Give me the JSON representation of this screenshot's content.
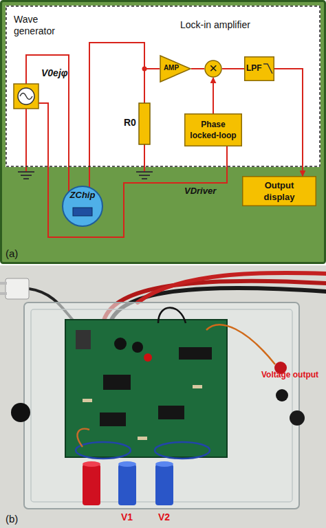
{
  "diagram": {
    "nodes": [
      {
        "text": [
          "Lock-in amplifier"
        ]
      },
      {
        "text": [
          "AMP"
        ],
        "in": 0
      },
      {
        "text": [
          "×"
        ],
        "in": 0
      },
      {
        "text": [
          "LPF"
        ],
        "in": 0
      },
      {
        "text": [
          "Phase locked-loop"
        ],
        "in": 0
      },
      {
        "text": [
          "ZChip"
        ]
      },
      {
        "text": [
          "Output display"
        ]
      }
    ],
    "edges": [
      {
        "from": 1,
        "to": 2,
        "arrow": "none"
      },
      {
        "from": 2,
        "to": 3,
        "arrow": "none"
      },
      {
        "from": 4,
        "to": 2,
        "arrow": "to"
      },
      {
        "from": 3,
        "to": 6,
        "arrow": "to"
      }
    ],
    "labels": [
      "Wave generator",
      "V0ejφ",
      "R0",
      "VDriver",
      "(a)",
      "Voltage output",
      "V1",
      "V2",
      "(b)"
    ]
  }
}
